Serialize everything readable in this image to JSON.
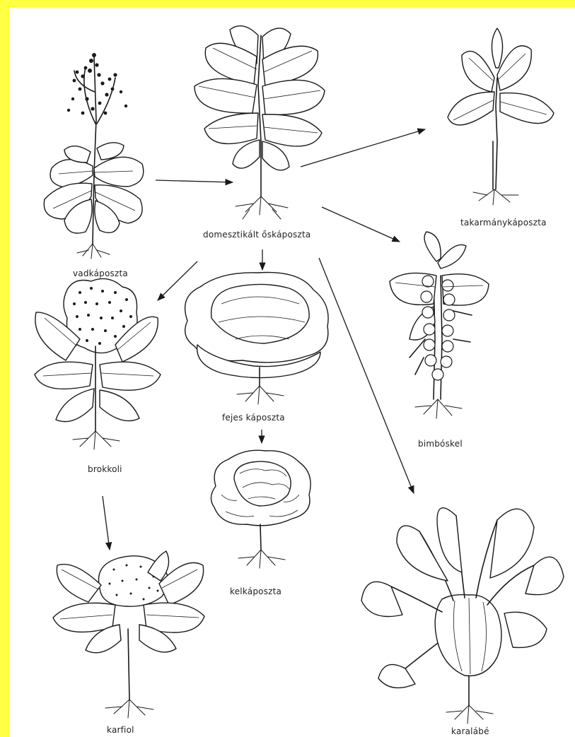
{
  "colors": {
    "frame": "#ffff44",
    "paper": "#ffffff",
    "ink": "#1a1a1a"
  },
  "labels": {
    "wild": "vadkáposzta",
    "domesticated": "domesztikált őskáposzta",
    "fodder": "takarmánykáposzta",
    "broccoli": "brokkoli",
    "head_cabbage": "fejes káposzta",
    "brussels": "bimbóskel",
    "savoy": "kelkáposzta",
    "cauliflower": "karfiol",
    "kohlrabi": "karalábé"
  },
  "edges": [
    {
      "from": "wild",
      "to": "domesticated"
    },
    {
      "from": "domesticated",
      "to": "fodder"
    },
    {
      "from": "domesticated",
      "to": "brussels"
    },
    {
      "from": "domesticated",
      "to": "broccoli"
    },
    {
      "from": "domesticated",
      "to": "head_cabbage"
    },
    {
      "from": "domesticated",
      "to": "kohlrabi"
    },
    {
      "from": "head_cabbage",
      "to": "savoy"
    },
    {
      "from": "broccoli",
      "to": "cauliflower"
    }
  ]
}
